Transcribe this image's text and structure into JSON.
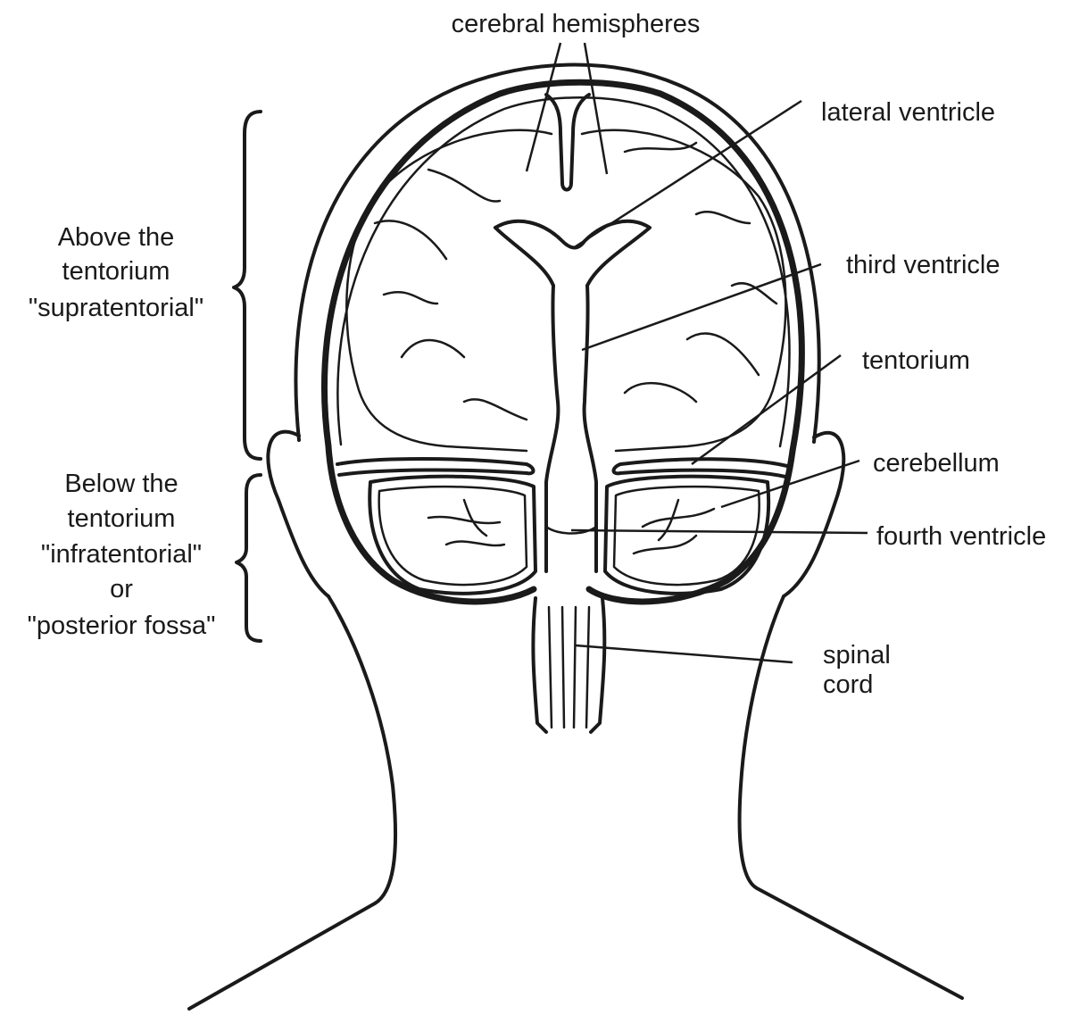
{
  "labels": {
    "cerebral_hemispheres": "cerebral hemispheres",
    "lateral_ventricle": "lateral ventricle",
    "third_ventricle": "third ventricle",
    "tentorium": "tentorium",
    "cerebellum": "cerebellum",
    "fourth_ventricle": "fourth ventricle",
    "spinal_cord": [
      "spinal",
      "cord"
    ]
  },
  "regions": {
    "supratentorial": [
      "Above the",
      "tentorium",
      "\"supratentorial\""
    ],
    "infratentorial": [
      "Below the",
      "tentorium",
      "\"infratentorial\"",
      "or",
      "\"posterior fossa\""
    ]
  },
  "colors": {
    "ink": "#1a1a1a",
    "background": "#ffffff"
  }
}
